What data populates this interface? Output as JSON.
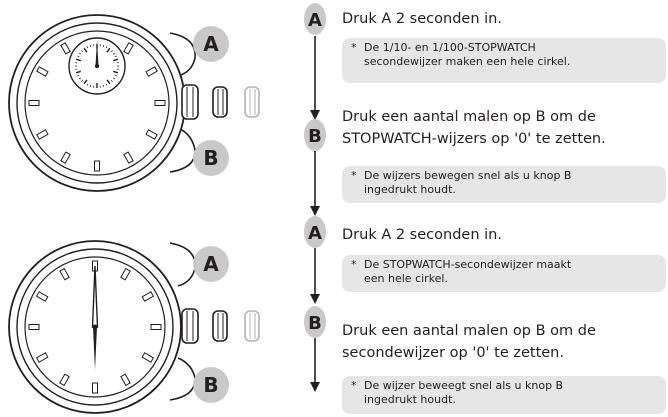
{
  "buttons": {
    "a": "A",
    "b": "B"
  },
  "steps": [
    {
      "button": "A",
      "text": "Druk A 2 seconden in.",
      "note": "De 1/10- en 1/100-STOPWATCH\nsecondewijzer maken een hele cirkel."
    },
    {
      "button": "B",
      "text": "Druk een aantal malen op B om de\nSTOPWATCH-wijzers op '0' te zetten.",
      "note": "De wijzers bewegen snel als u knop B\ningedrukt houdt."
    },
    {
      "button": "A",
      "text": "Druk A 2 seconden in.",
      "note": "De STOPWATCH-secondewijzer maakt\neen hele cirkel."
    },
    {
      "button": "B",
      "text": "Druk een aantal malen op B om de\nsecondewijzer op '0' te zetten.",
      "note": "De wijzer beweegt snel als u knop B\ningedrukt houdt."
    }
  ],
  "note_marker": "*",
  "colors": {
    "ink": "#231f20",
    "badge_bg": "#c9c9c9",
    "note_bg": "#e6e6e6",
    "crown_light": "#b3b3b3"
  }
}
